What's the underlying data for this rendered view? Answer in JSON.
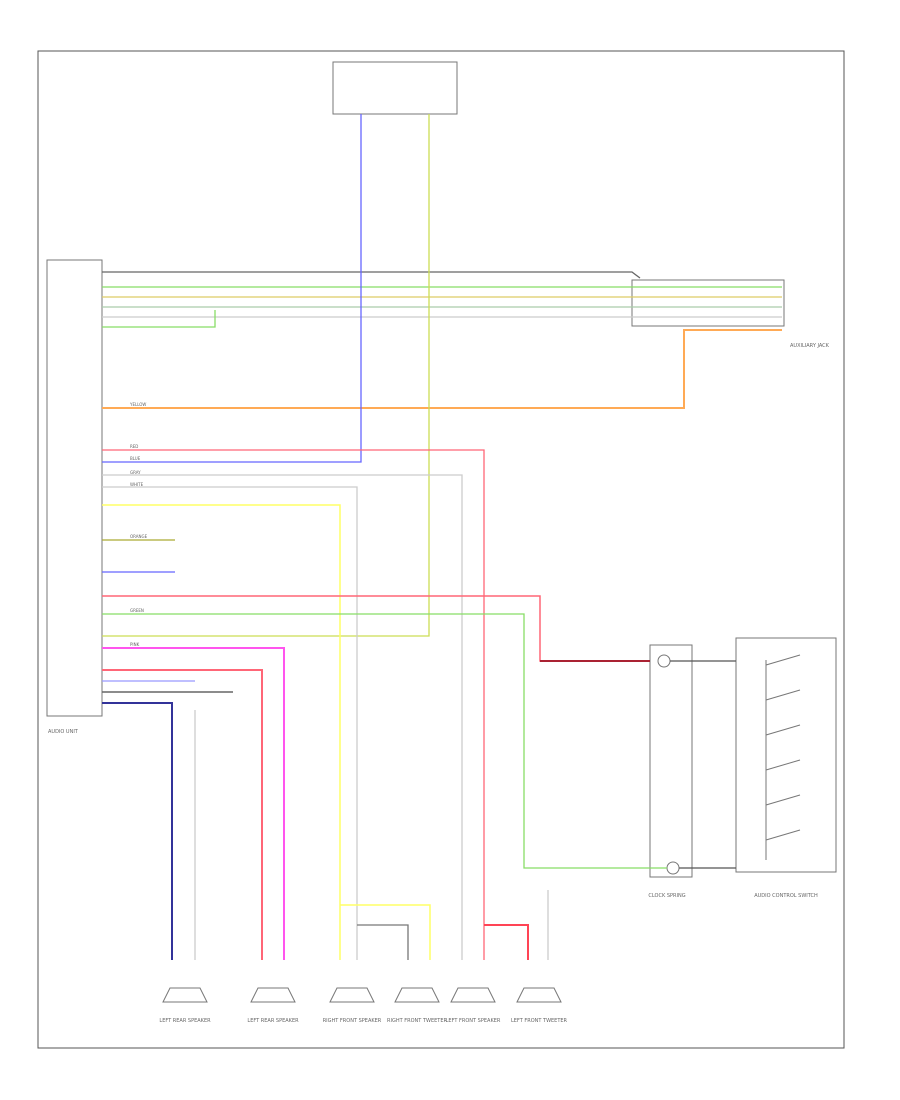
{
  "page": {
    "id_text": ""
  },
  "audio_unit": {
    "label": "AUDIO UNIT"
  },
  "top_connectors": {
    "a_text": "",
    "b_text": "",
    "b_note": ""
  },
  "aux_jack": {
    "label": "AUXILIARY JACK"
  },
  "audio_control_switch": {
    "label": "AUDIO CONTROL SWITCH"
  },
  "clock_spring": {
    "label": "CLOCK SPRING"
  },
  "speakers": {
    "left_rear": "LEFT REAR SPEAKER",
    "left_rear_b": "LEFT REAR SPEAKER",
    "right_front": "RIGHT FRONT SPEAKER",
    "right_front_tweeter": "RIGHT FRONT TWEETER",
    "left_front": "LEFT FRONT SPEAKER",
    "left_front_tweeter": "LEFT FRONT TWEETER"
  },
  "wire_labels": {
    "yellow": "YELLOW",
    "red": "RED",
    "blue": "BLUE",
    "gray": "GRAY",
    "white": "WHITE",
    "green": "GREEN",
    "pink": "PINK",
    "orange": "ORANGE"
  },
  "colors": {
    "yellow": "#ffff66",
    "red": "#ff6677",
    "darkred": "#aa2233",
    "blue": "#6666ff",
    "navy": "#333399",
    "green": "#88dd66",
    "orange": "#ffaa55",
    "pink": "#ff55ee",
    "gray": "#666666",
    "lightgray": "#cccccc"
  }
}
